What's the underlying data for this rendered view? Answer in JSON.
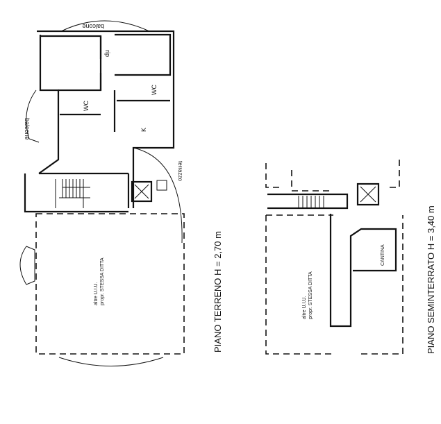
{
  "ground_floor": {
    "title": "PIANO TERRENO H = 2,70 m",
    "rooms": {
      "balcony_top": "balcone",
      "balcony_left": "balcone",
      "storage": "rip",
      "wc1": "WC",
      "wc2": "WC",
      "kitchen": "K",
      "terrace": "terrazzo"
    },
    "other_units_line1": "altre U.I.U.",
    "other_units_line2": "propr. STESSA DITTA"
  },
  "basement": {
    "title": "PIANO SEMINTERRATO H = 3,40 m",
    "cellar": "CANTINA",
    "other_units_line1": "altre U.I.U.",
    "other_units_line2": "propr. STESSA DITTA"
  }
}
